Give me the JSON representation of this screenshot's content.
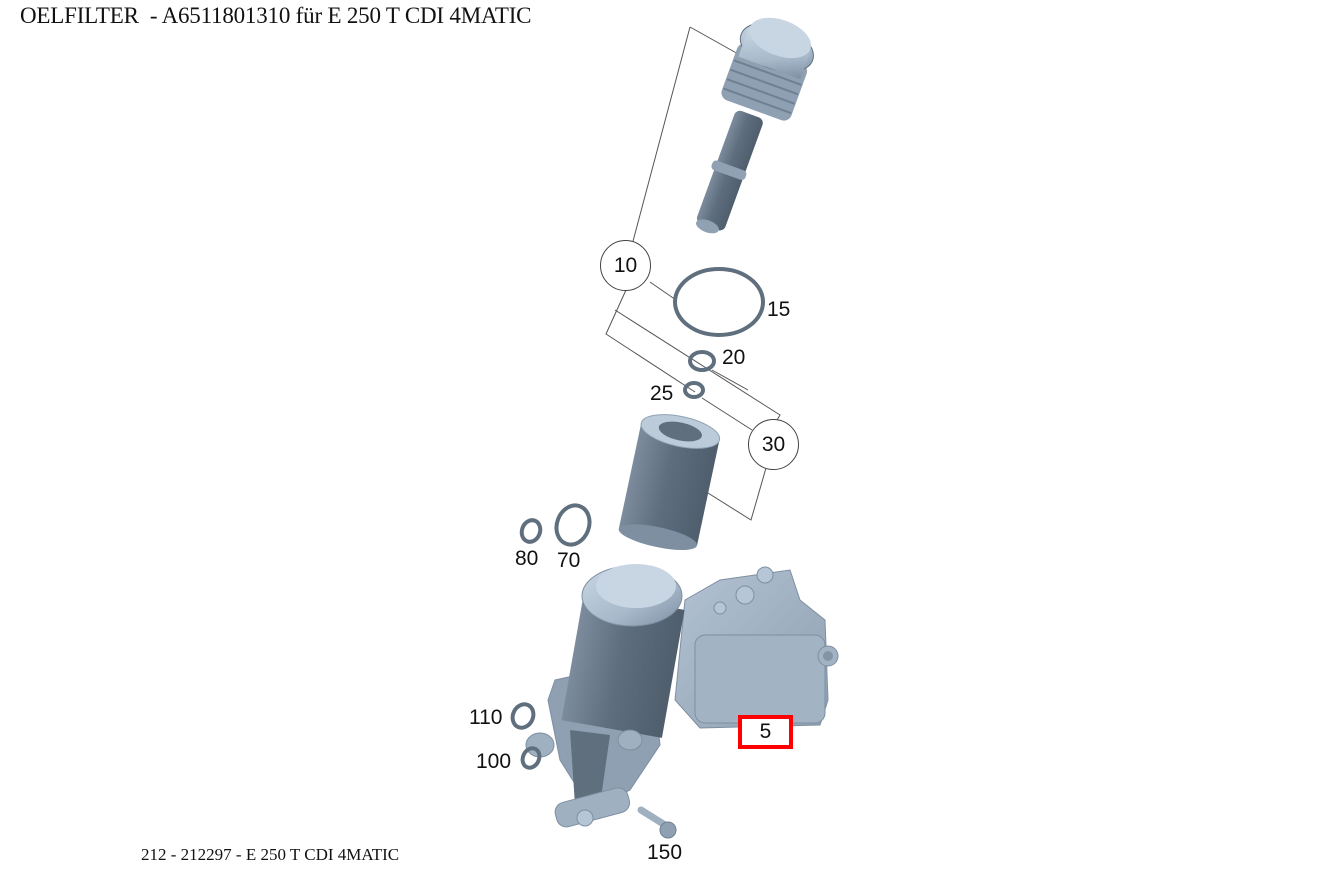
{
  "header": {
    "title": "OELFILTER  - A6511801310 für E 250 T CDI 4MATIC"
  },
  "footer": {
    "caption": "212 - 212297 - E 250 T CDI 4MATIC"
  },
  "diagram": {
    "highlight_color": "#ff0000",
    "part_color": "#5f6f7e",
    "part_highlight_color": "#b8c9d9",
    "group_callouts": [
      {
        "id": "10",
        "label": "10"
      },
      {
        "id": "30",
        "label": "30"
      }
    ],
    "callouts": [
      {
        "id": "15",
        "label": "15",
        "part": "large-o-ring"
      },
      {
        "id": "20",
        "label": "20",
        "part": "small-o-ring"
      },
      {
        "id": "25",
        "label": "25",
        "part": "small-o-ring"
      },
      {
        "id": "80",
        "label": "80",
        "part": "o-ring"
      },
      {
        "id": "70",
        "label": "70",
        "part": "seal-ring"
      },
      {
        "id": "110",
        "label": "110",
        "part": "o-ring"
      },
      {
        "id": "100",
        "label": "100",
        "part": "o-ring"
      },
      {
        "id": "150",
        "label": "150",
        "part": "bolt"
      }
    ],
    "highlighted_callout": {
      "id": "5",
      "label": "5",
      "part": "oil-cooler-filter-housing"
    }
  }
}
